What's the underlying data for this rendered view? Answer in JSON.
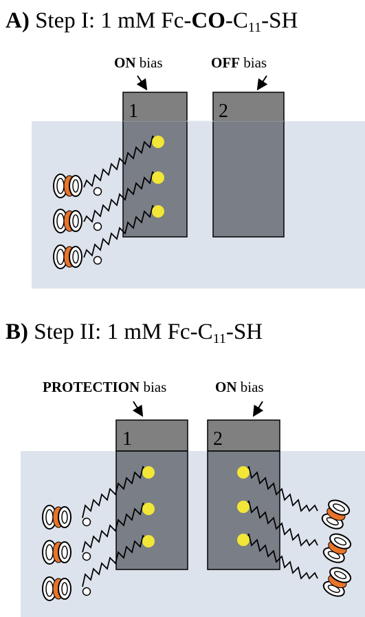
{
  "panel_a": {
    "letter": "A)",
    "step": "Step I: 1 mM Fc-",
    "bold_part": "CO",
    "dash": "-C",
    "subscript": "11",
    "suffix": "-SH",
    "label_left_bold": "ON",
    "label_left_rest": " bias",
    "label_right_bold": "OFF",
    "label_right_rest": " bias",
    "electrode_1": "1",
    "electrode_2": "2"
  },
  "panel_b": {
    "letter": "B)",
    "step": "Step II: 1 mM Fc-C",
    "subscript": "11",
    "suffix": "-SH",
    "label_left_bold": "PROTECTION",
    "label_left_rest": " bias",
    "label_right_bold": "ON",
    "label_right_rest": " bias",
    "electrode_1": "1",
    "electrode_2": "2"
  },
  "colors": {
    "solution": "#dde3ec",
    "electrode": "#7a7e86",
    "electrode_top": "#808080",
    "gold_dot": "#f2e636",
    "ferrocene_fill": "#e8742a",
    "ferrocene_ring": "#ffffff"
  }
}
